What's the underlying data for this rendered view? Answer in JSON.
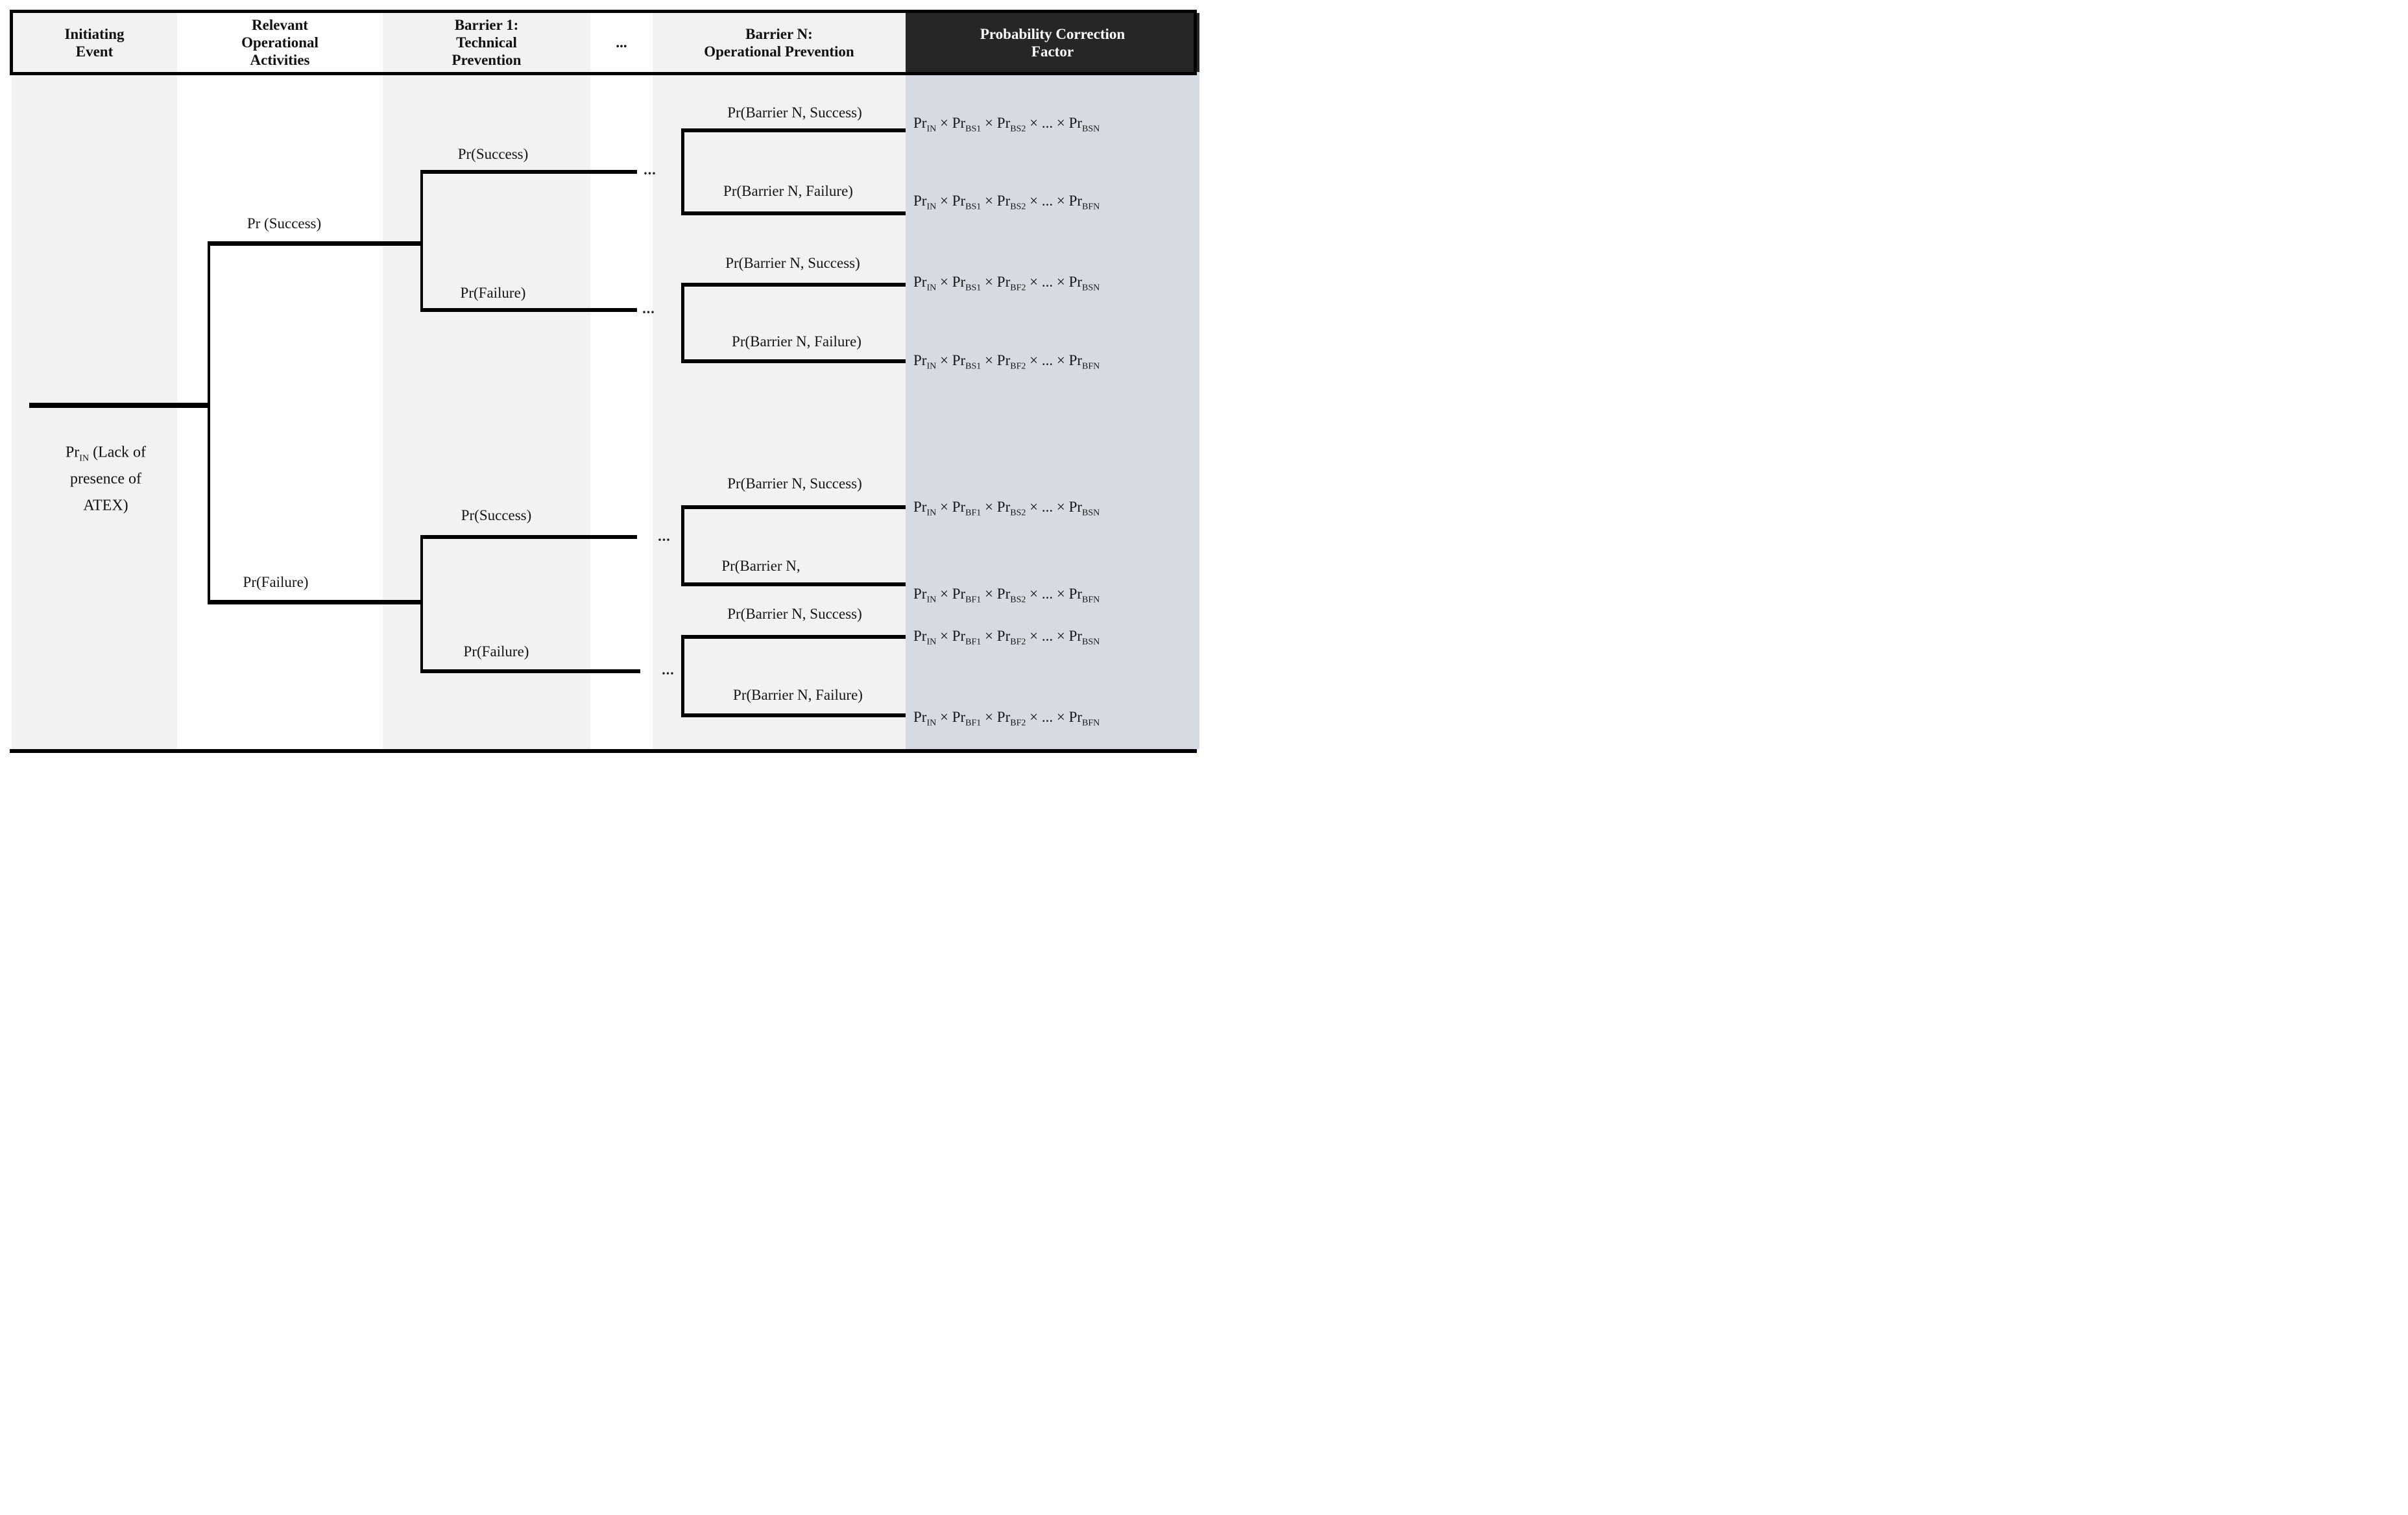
{
  "header": {
    "columns": [
      {
        "label": "Initiating\nEvent"
      },
      {
        "label": "Relevant\nOperational\nActivities"
      },
      {
        "label": "Barrier 1:\nTechnical\nPrevention"
      },
      {
        "label": "..."
      },
      {
        "label": "Barrier N:\nOperational Prevention"
      },
      {
        "label": "Probability Correction\nFactor"
      }
    ]
  },
  "colors": {
    "column_shade": "#f2f2f2",
    "pcf_header_bg": "#262626",
    "pcf_body_bg": "#d6dbe3",
    "line": "#000000"
  },
  "tree": {
    "initiating_event": {
      "base": "Pr",
      "sub": "IN",
      "line1_rest": " (Lack of",
      "line2": "presence of",
      "line3": "ATEX)"
    },
    "ellipsis": "...",
    "level1": {
      "success": "Pr (Success)",
      "failure": "Pr(Failure)"
    },
    "barrier1_top": {
      "success": "Pr(Success)",
      "failure": "Pr(Failure)"
    },
    "barrier1_bottom": {
      "success": "Pr(Success)",
      "failure": "Pr(Failure)"
    },
    "barrier_n_groups": [
      {
        "success": "Pr(Barrier N, Success)",
        "failure": "Pr(Barrier N, Failure)"
      },
      {
        "success": "Pr(Barrier N, Success)",
        "failure": "Pr(Barrier N, Failure)"
      },
      {
        "success": "Pr(Barrier N, Success)",
        "failure": "Pr(Barrier N,"
      },
      {
        "success": "Pr(Barrier N, Success)",
        "failure": "Pr(Barrier N, Failure)"
      }
    ]
  },
  "formulas": {
    "base": "Pr",
    "operator": "×",
    "rows": [
      {
        "subs": [
          "IN",
          "BS1",
          "BS2",
          "...",
          "BSN"
        ]
      },
      {
        "subs": [
          "IN",
          "BS1",
          "BS2",
          "...",
          "BFN"
        ]
      },
      {
        "subs": [
          "IN",
          "BS1",
          "BF2",
          "...",
          "BSN"
        ]
      },
      {
        "subs": [
          "IN",
          "BS1",
          "BF2",
          "...",
          "BFN"
        ]
      },
      {
        "subs": [
          "IN",
          "BF1",
          "BS2",
          "...",
          "BSN"
        ]
      },
      {
        "subs": [
          "IN",
          "BF1",
          "BS2",
          "...",
          "BFN"
        ]
      },
      {
        "subs": [
          "IN",
          "BF1",
          "BF2",
          "...",
          "BSN"
        ]
      },
      {
        "subs": [
          "IN",
          "BF1",
          "BF2",
          "...",
          "BFN"
        ]
      }
    ]
  }
}
